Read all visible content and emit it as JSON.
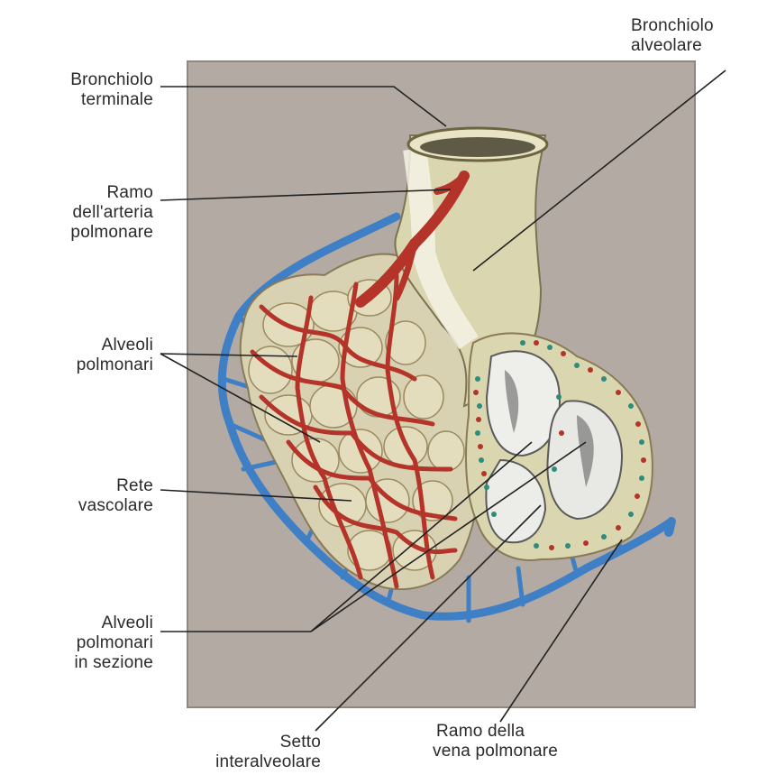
{
  "labels": {
    "bronchiolo_terminale": [
      "Bronchiolo",
      "terminale"
    ],
    "bronchiolo_alveolare": [
      "Bronchiolo",
      "alveolare"
    ],
    "ramo_arteria": [
      "Ramo",
      "dell'arteria",
      "polmonare"
    ],
    "alveoli_polmonari": [
      "Alveoli",
      "polmonari"
    ],
    "rete_vascolare": [
      "Rete",
      "vascolare"
    ],
    "alveoli_sezione": [
      "Alveoli",
      "polmonari",
      "in sezione"
    ],
    "setto": [
      "Setto",
      "interalveolare"
    ],
    "ramo_vena": [
      "Ramo della",
      "vena polmonare"
    ]
  },
  "colors": {
    "background_panel": "#b3aba3",
    "artery": "#b5342a",
    "vein": "#3f7fc6",
    "alveolus": "#d8d2b3",
    "bronchiole": "#d9d6b0",
    "leader_line": "#222222"
  }
}
